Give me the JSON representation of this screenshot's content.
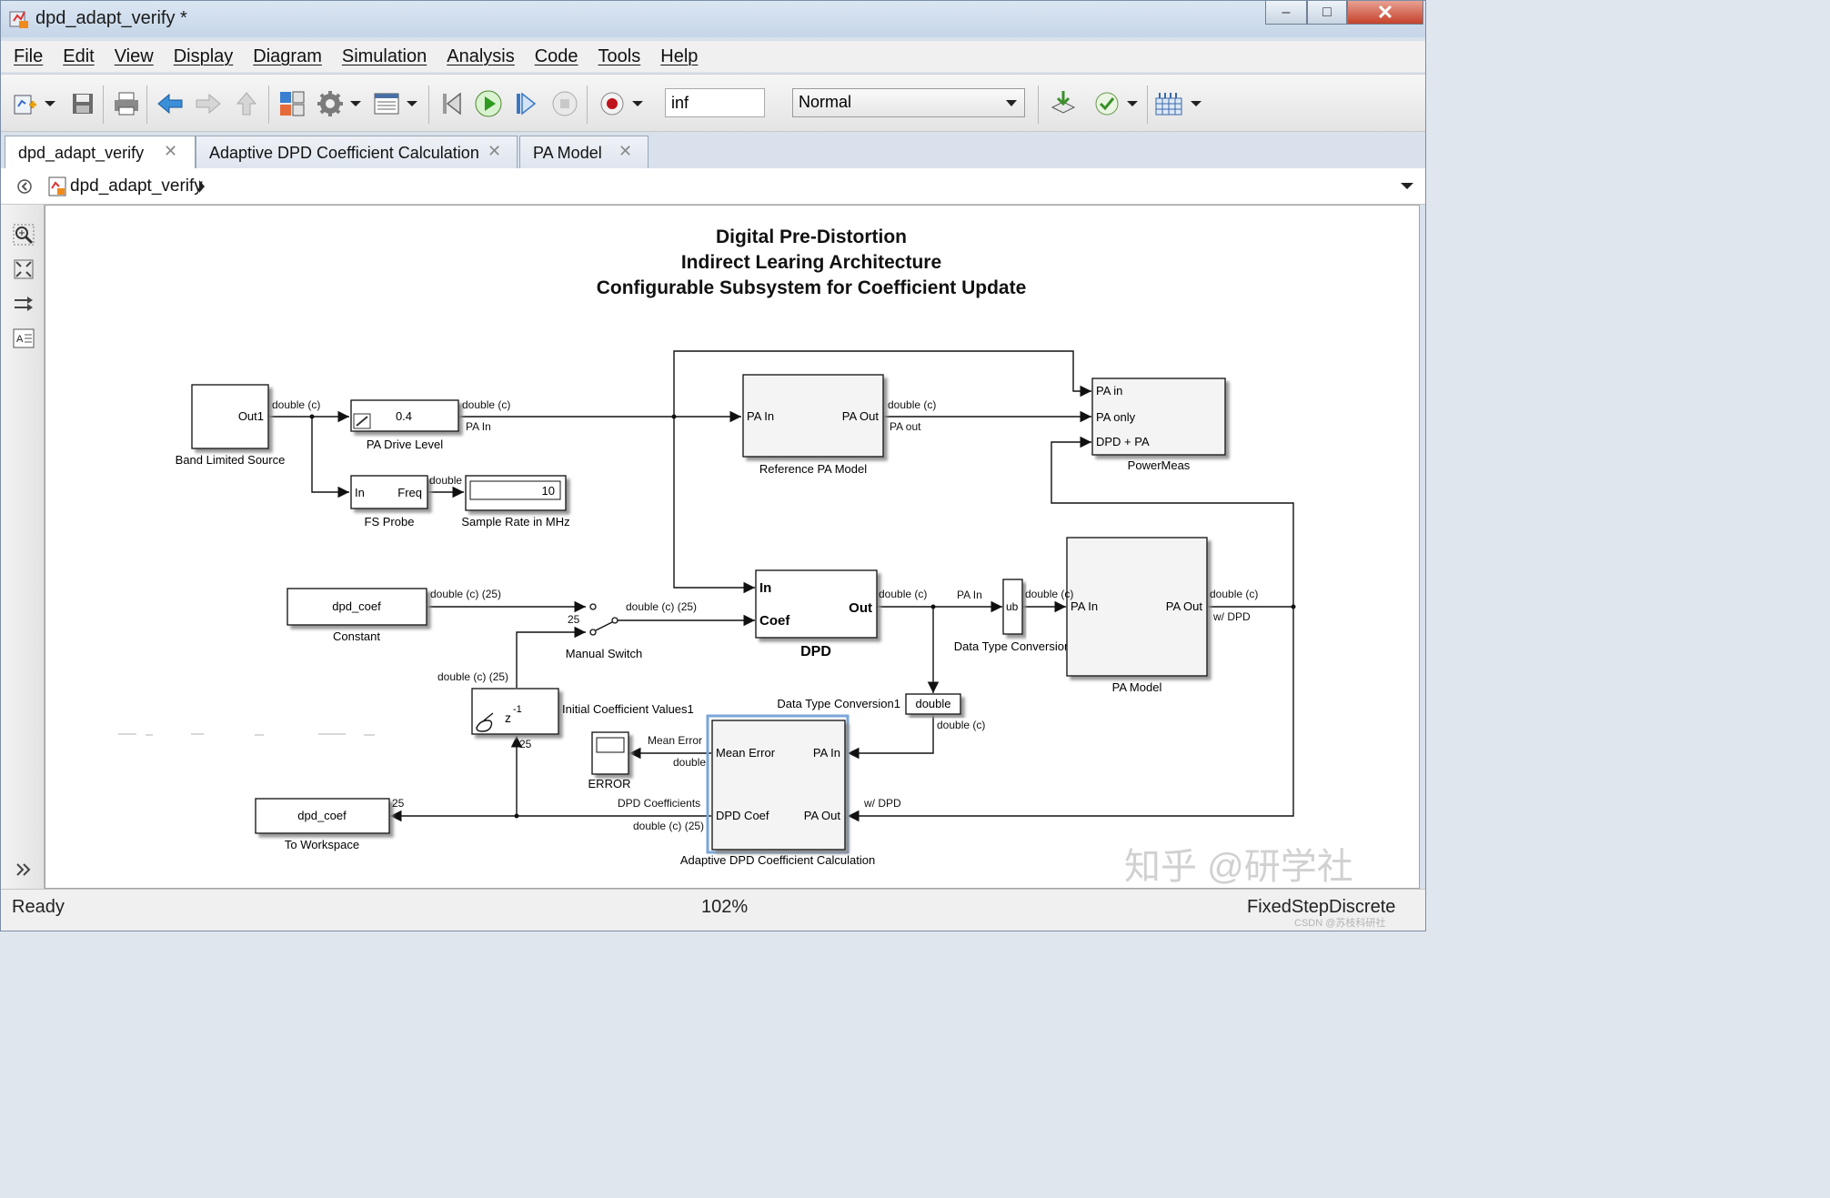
{
  "window": {
    "title": "dpd_adapt_verify *",
    "buttons": {
      "minimize": "–",
      "maximize": "□",
      "close": "✕"
    }
  },
  "menu": [
    "File",
    "Edit",
    "View",
    "Display",
    "Diagram",
    "Simulation",
    "Analysis",
    "Code",
    "Tools",
    "Help"
  ],
  "toolbar": {
    "stop_time": "inf",
    "sim_mode": "Normal"
  },
  "tabs": [
    {
      "label": "dpd_adapt_verify",
      "close": "✕"
    },
    {
      "label": "Adaptive DPD Coefficient Calculation",
      "close": "✕"
    },
    {
      "label": "PA Model",
      "close": "✕"
    }
  ],
  "breadcrumb": {
    "path": "dpd_adapt_verify"
  },
  "diagram": {
    "title_lines": [
      "Digital Pre-Distortion",
      "Indirect Learing Architecture",
      "Configurable Subsystem for Coefficient Update"
    ],
    "blocks": {
      "band_limited_source": {
        "name": "Band Limited Source",
        "port_out": "Out1"
      },
      "pa_drive_level": {
        "name": "PA Drive Level",
        "value": "0.4"
      },
      "fs_probe": {
        "name": "FS Probe",
        "port_in": "In",
        "port_out": "Freq"
      },
      "sample_rate": {
        "name": "Sample Rate in MHz",
        "value": "10"
      },
      "reference_pa": {
        "name": "Reference PA Model",
        "port_in": "PA In",
        "port_out": "PA Out"
      },
      "powermeas": {
        "name": "PowerMeas",
        "ports": [
          "PA in",
          "PA only",
          "DPD + PA"
        ]
      },
      "constant": {
        "name": "Constant",
        "value": "dpd_coef"
      },
      "manual_switch": {
        "name": "Manual Switch"
      },
      "dpd": {
        "name": "DPD",
        "port_in": "In",
        "port_coef": "Coef",
        "port_out": "Out"
      },
      "dtc": {
        "name": "Data Type Conversion",
        "label": "ub"
      },
      "pa_model": {
        "name": "PA Model",
        "port_in": "PA In",
        "port_out": "PA Out"
      },
      "dtc1": {
        "name": "Data Type Conversion1",
        "label": "double"
      },
      "initial_coef": {
        "name": "Initial Coefficient Values1",
        "label": "z",
        "exp": "-1"
      },
      "error_scope": {
        "name": "ERROR"
      },
      "adaptive": {
        "name": "Adaptive DPD Coefficient Calculation",
        "ports": [
          "Mean Error",
          "PA In",
          "DPD Coef",
          "PA Out"
        ]
      },
      "to_workspace": {
        "name": "To Workspace",
        "value": "dpd_coef"
      }
    },
    "signals": {
      "s1": "double (c)",
      "s2": "double (c)",
      "s2b": "PA In",
      "s3": "double",
      "s4": "double (c)",
      "s4b": "PA out",
      "s5": "double (c) (25)",
      "s6": "double (c) (25)",
      "s7": "25",
      "s8": "double (c)",
      "s9": "PA In",
      "s10": "double (c)",
      "s11": "double (c)",
      "s11b": "w/ DPD",
      "s12": "double (c) (25)",
      "s13": "25",
      "s14": "double (c)",
      "s15": "Mean Error",
      "s15b": "double",
      "s16": "DPD Coefficients",
      "s16b": "double (c) (25)",
      "s17": "25",
      "s18": "w/ DPD"
    }
  },
  "status": {
    "left": "Ready",
    "zoom": "102%",
    "solver": "FixedStepDiscrete"
  },
  "watermark": {
    "text": "知乎 @研学社",
    "small": "CSDN @苏枝科研社"
  },
  "colors": {
    "accent": "#1e64b4",
    "block_shadow": "#9a9a9a",
    "line": "#111111"
  }
}
